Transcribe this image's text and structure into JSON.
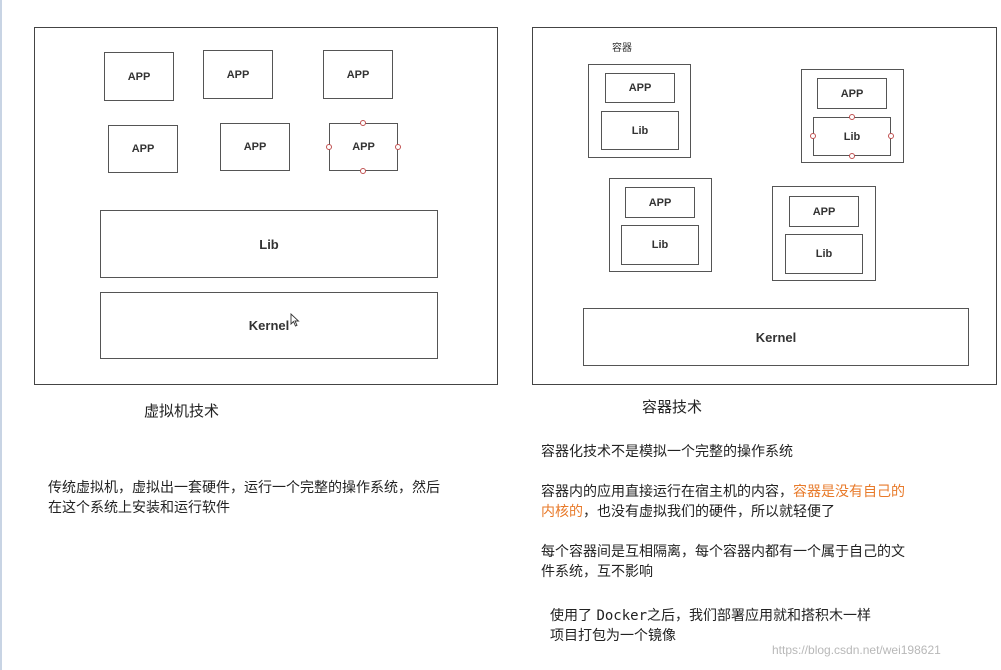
{
  "vm_diagram": {
    "apps": [
      "APP",
      "APP",
      "APP",
      "APP",
      "APP",
      "APP"
    ],
    "lib": "Lib",
    "kernel": "Kernel",
    "caption": "虚拟机技术"
  },
  "container_diagram": {
    "label": "容器",
    "containers": [
      {
        "app": "APP",
        "lib": "Lib"
      },
      {
        "app": "APP",
        "lib": "Lib"
      },
      {
        "app": "APP",
        "lib": "Lib"
      },
      {
        "app": "APP",
        "lib": "Lib"
      }
    ],
    "kernel": "Kernel",
    "caption": "容器技术"
  },
  "notes": {
    "vm_line1": "传统虚拟机，虚拟出一套硬件，运行一个完整的操作系统，然后",
    "vm_line2": "在这个系统上安装和运行软件",
    "c1": "容器化技术不是模拟一个完整的操作系统",
    "c2_part1": "容器内的应用直接运行在宿主机的内容，",
    "c2_orange1": "容器是没有自己的",
    "c2_orange2": "内核的",
    "c2_part2": "，也没有虚拟我们的硬件，所以就轻便了",
    "c3_line1": "每个容器间是互相隔离，每个容器内都有一个属于自己的文",
    "c3_line2": "件系统，互不影响",
    "c4_pre": "使用了 ",
    "c4_mono": "Docker",
    "c4_post": "之后，我们部署应用就和搭积木一样",
    "c4_line2": "项目打包为一个镜像"
  },
  "watermark": "https://blog.csdn.net/wei198621"
}
